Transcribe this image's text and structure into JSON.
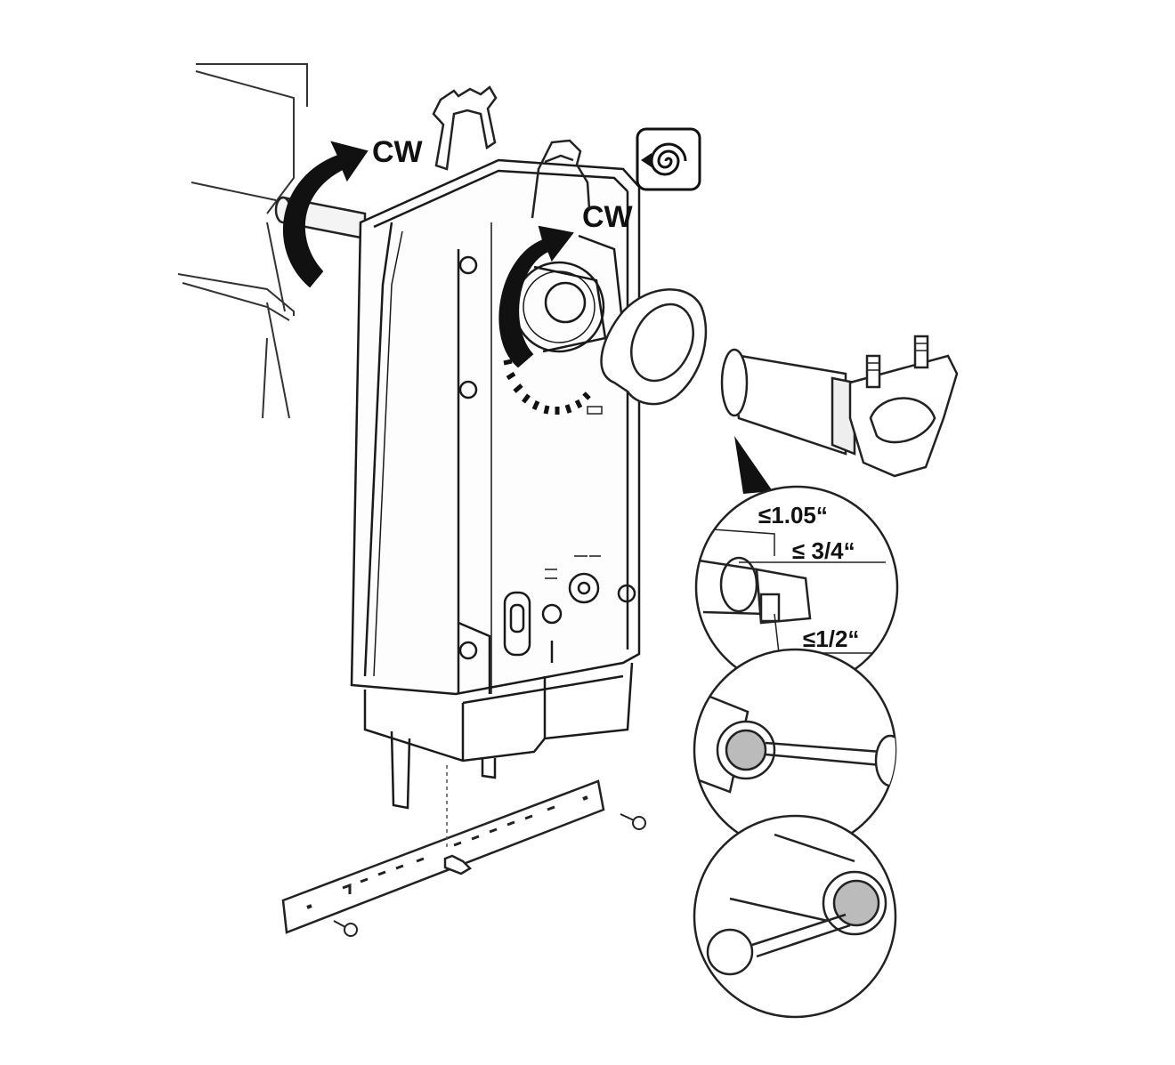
{
  "diagram": {
    "rotation_labels": {
      "damper_shaft": "CW",
      "actuator_clamp": "CW"
    },
    "shaft_dimensions": {
      "max_diameter": "≤1.05“",
      "max_square": "≤ 3/4“",
      "min_length": "≤1/2“"
    },
    "colors": {
      "line": "#1a1a1a",
      "arrow": "#111111",
      "background": "#ffffff"
    },
    "icons": [
      "spring-return-icon"
    ]
  }
}
